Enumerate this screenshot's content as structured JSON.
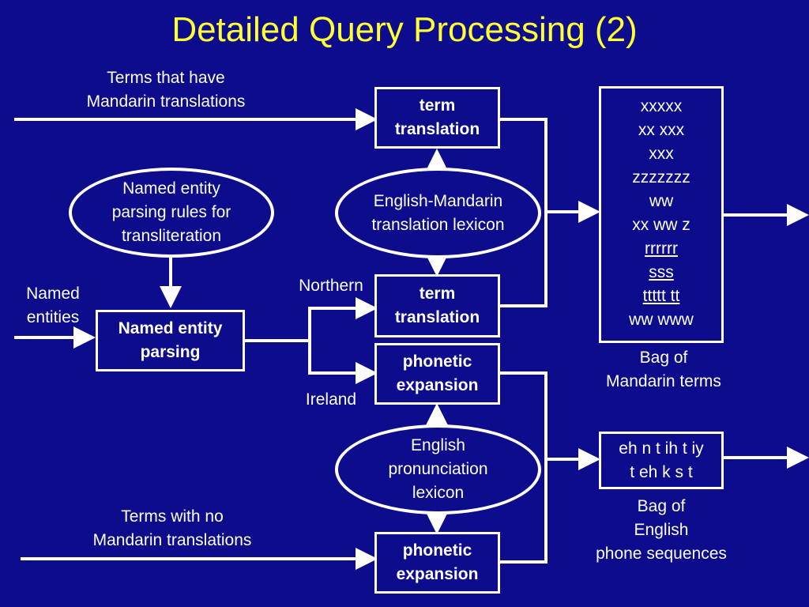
{
  "title": "Detailed Query Processing (2)",
  "labels": {
    "terms_with_translations": "Terms that have\nMandarin translations",
    "named_entities": "Named\nentities",
    "northern": "Northern",
    "ireland": "Ireland",
    "terms_without_translations": "Terms with no\nMandarin translations",
    "bag_mandarin": "Bag of\nMandarin terms",
    "bag_phones": "Bag of\nEnglish\nphone sequences"
  },
  "nodes": {
    "term_translation_top": "term\ntranslation",
    "term_translation_mid": "term\ntranslation",
    "phonetic_expansion_mid": "phonetic\nexpansion",
    "phonetic_expansion_bottom": "phonetic\nexpansion",
    "named_entity_parsing": "Named entity\nparsing"
  },
  "resources": {
    "parsing_rules": "Named entity\nparsing rules for\ntransliteration",
    "translation_lexicon": "English-Mandarin\ntranslation lexicon",
    "pronunciation_lexicon": "English\npronunciation\nlexicon"
  },
  "mandarin_bag": {
    "lines": [
      "xxxxx",
      "xx xxx",
      "xxx",
      "zzzzzzz",
      "ww",
      "xx ww z"
    ],
    "underlined": [
      "rrrrrr",
      "sss",
      "ttttt tt"
    ],
    "last": "ww www"
  },
  "phone_bag": "eh n t ih t iy\nt eh k s t",
  "colors": {
    "background": "#0c0c8c",
    "title": "#ffff33",
    "lines": "#ffffff"
  }
}
